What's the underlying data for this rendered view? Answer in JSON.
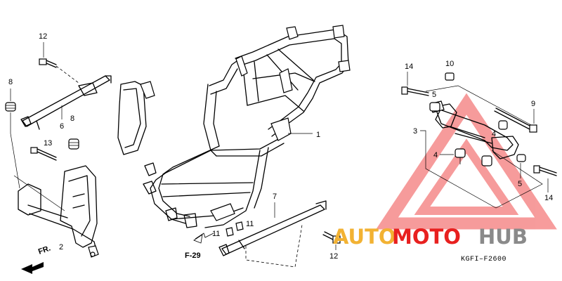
{
  "diagram": {
    "callouts": {
      "p1": "1",
      "p2": "2",
      "p3": "3",
      "p4a": "4",
      "p4b": "4",
      "p5a": "5",
      "p5b": "5",
      "p6": "6",
      "p7": "7",
      "p8a": "8",
      "p8b": "8",
      "p9": "9",
      "p10": "10",
      "p11a": "11",
      "p11b": "11",
      "p12a": "12",
      "p12b": "12",
      "p13": "13",
      "p14a": "14",
      "p14b": "14"
    },
    "front_arrow": "FR.",
    "reference": "F-29",
    "code": "KGFI–F2600"
  },
  "watermark": {
    "part1": "AUTO",
    "part2": "MOTO",
    "part3": "HUB",
    "color_orange": "#f2b233",
    "color_red": "#e8201f",
    "color_gray": "#8a8a8a",
    "triangle_color": "#f04a4a"
  }
}
